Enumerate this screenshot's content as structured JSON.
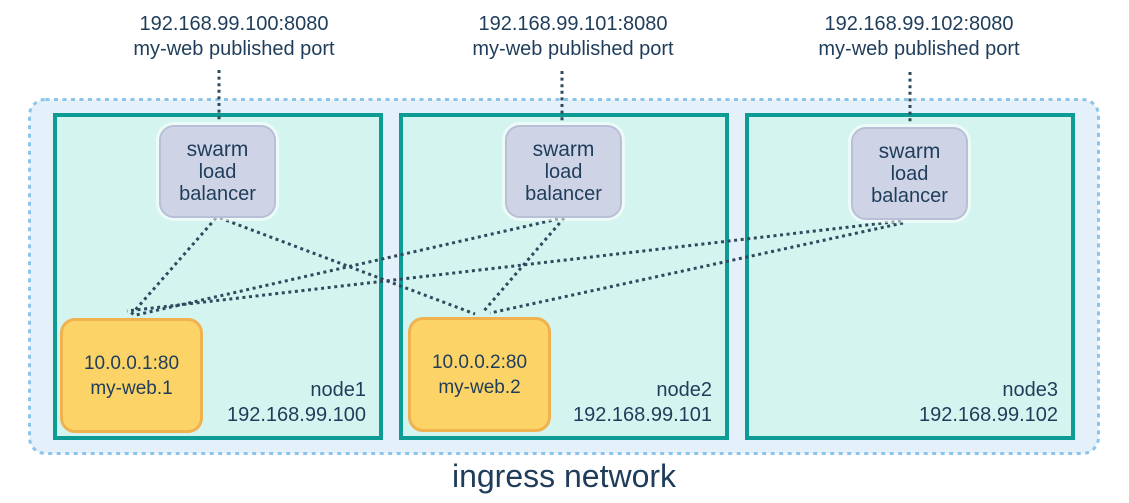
{
  "diagram_title": "ingress network",
  "published_ports": [
    {
      "address": "192.168.99.100:8080",
      "caption": "my-web published port"
    },
    {
      "address": "192.168.99.101:8080",
      "caption": "my-web published port"
    },
    {
      "address": "192.168.99.102:8080",
      "caption": "my-web published port"
    }
  ],
  "load_balancer_label": [
    "swarm",
    "load",
    "balancer"
  ],
  "nodes": [
    {
      "name": "node1",
      "ip": "192.168.99.100"
    },
    {
      "name": "node2",
      "ip": "192.168.99.101"
    },
    {
      "name": "node3",
      "ip": "192.168.99.102"
    }
  ],
  "tasks": [
    {
      "address": "10.0.0.1:80",
      "name": "my-web.1"
    },
    {
      "address": "10.0.0.2:80",
      "name": "my-web.2"
    }
  ],
  "connections": [
    {
      "from": "swarm-load-balancer-node1",
      "to": "my-web.1"
    },
    {
      "from": "swarm-load-balancer-node1",
      "to": "my-web.2"
    },
    {
      "from": "swarm-load-balancer-node2",
      "to": "my-web.1"
    },
    {
      "from": "swarm-load-balancer-node2",
      "to": "my-web.2"
    },
    {
      "from": "swarm-load-balancer-node3",
      "to": "my-web.1"
    },
    {
      "from": "swarm-load-balancer-node3",
      "to": "my-web.2"
    }
  ],
  "colors": {
    "node_border": "#0d9c94",
    "node_fill": "#d4f4f0",
    "ingress_fill": "#e4f1fb",
    "ingress_border": "#8cc5e9",
    "lb_fill": "#ced4e6",
    "lb_border": "#b9bfd6",
    "task_fill": "#fcd367",
    "task_border": "#f0b24f",
    "text": "#1f3d5a",
    "line": "#2e4a5e"
  }
}
